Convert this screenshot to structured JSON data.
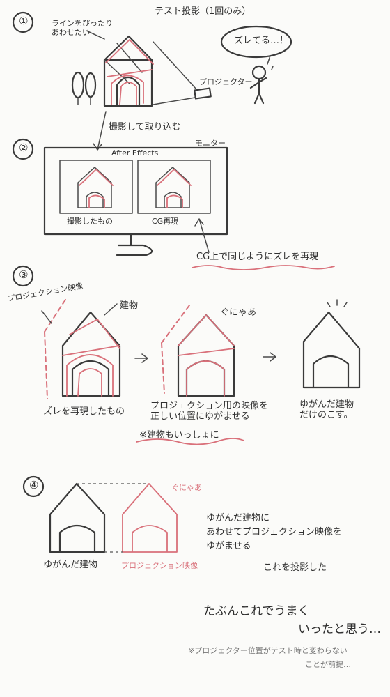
{
  "step1": {
    "number": "①",
    "title": "テスト投影（1回のみ）",
    "line_note": "ラインをぴったり\nあわせたい",
    "speech": "ズレてる…！",
    "projector_label": "プロジェクター"
  },
  "step2": {
    "number": "②",
    "capture_label": "撮影して取り込む",
    "monitor_label": "モニター",
    "app_title": "After Effects",
    "left_caption": "撮影したもの",
    "right_caption": "CG再現",
    "reproduce_note": "CG上で同じようにズレを再現"
  },
  "step3": {
    "number": "③",
    "projection_label": "プロジェクション映像",
    "building_label": "建物",
    "warp_sound": "ぐにゃあ",
    "caption1": "ズレを再現したもの",
    "caption2": "プロジェクション用の映像を\n正しい位置にゆがませる",
    "note2": "※建物もいっしょに",
    "caption3": "ゆがんだ建物\nだけのこす。"
  },
  "step4": {
    "number": "④",
    "warp_sound": "ぐにゃあ",
    "left_caption": "ゆがんだ建物",
    "right_caption": "プロジェクション映像",
    "explain": "ゆがんだ建物に\nあわせてプロジェクション映像を\nゆがませる",
    "done": "これを投影した"
  },
  "conclusion": {
    "line1": "たぶんこれでうまく",
    "line2": "いったと思う…",
    "footnote1": "※プロジェクター位置がテスト時と変わらない",
    "footnote2": "ことが前提…"
  },
  "colors": {
    "ink": "#3a3a3a",
    "projection_red": "#d9707a"
  }
}
